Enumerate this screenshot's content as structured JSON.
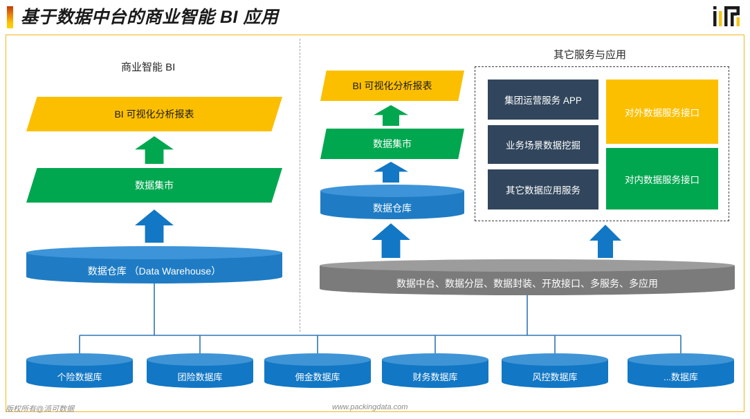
{
  "header": {
    "title": "基于数据中台的商业智能 BI 应用",
    "logo_name": "ifr-brand-logo"
  },
  "left_panel": {
    "caption": "商业智能 BI",
    "bi_report_label": "BI 可视化分析报表",
    "data_mart_label": "数据集市",
    "data_warehouse_label": "数据仓库 （Data Warehouse）"
  },
  "middle_panel": {
    "bi_report_label": "BI 可视化分析报表",
    "data_mart_label": "数据集市",
    "data_warehouse_label": "数据仓库"
  },
  "right_panel": {
    "caption": "其它服务与应用",
    "cards": [
      {
        "label": "集团运营服务 APP",
        "color": "#31465C",
        "style": "dark"
      },
      {
        "label": "业务场景数据挖掘",
        "color": "#31465C",
        "style": "dark"
      },
      {
        "label": "其它数据应用服务",
        "color": "#31465C",
        "style": "dark"
      },
      {
        "label": "对外数据服务接口",
        "color": "#FCBF00",
        "style": "amber"
      },
      {
        "label": "对内数据服务接口",
        "color": "#00A74F",
        "style": "green"
      }
    ]
  },
  "data_platform": {
    "label": "数据中台、数据分层、数据封装、开放接口、多服务、多应用",
    "color": "#7B7B7B"
  },
  "source_databases": [
    {
      "label": "个险数据库"
    },
    {
      "label": "团险数据库"
    },
    {
      "label": "佣金数据库"
    },
    {
      "label": "财务数据库"
    },
    {
      "label": "风控数据库"
    },
    {
      "label": "...数据库"
    }
  ],
  "footer": {
    "copyright": "版权所有@派可数据",
    "url": "www.packingdata.com"
  },
  "colors": {
    "accent_amber": "#FCBF00",
    "green": "#00A74F",
    "blue": "#1277C4",
    "blue_light": "#3F94D6",
    "dark_slate": "#31465C",
    "gray": "#7B7B7B",
    "frame_border": "#F5B51A",
    "connector_line": "#2E75B6"
  }
}
